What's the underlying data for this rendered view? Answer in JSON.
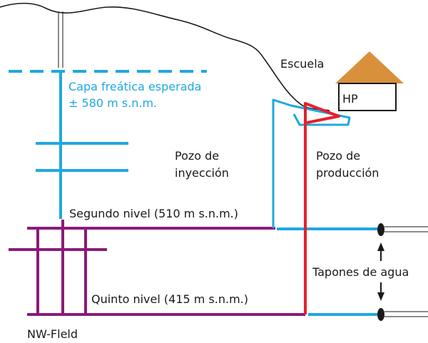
{
  "labels": {
    "school": "Escuela",
    "heat_pump": "HP",
    "water_table_line1": "Capa freática esperada",
    "water_table_line2": "± 580 m s.n.m.",
    "injection_well_line1": "Pozo de",
    "injection_well_line2": "inyección",
    "production_well_line1": "Pozo de",
    "production_well_line2": "producción",
    "second_level": "Segundo nivel (510 m s.n.m.)",
    "fifth_level": "Quinto nivel (415 m s.n.m.)",
    "water_plugs": "Tapones de agua",
    "field": "NW-Fleld"
  },
  "colors": {
    "cold_water": "#1fa8e0",
    "warm_water": "#e5202e",
    "mine_gallery": "#8b1a7a",
    "roof": "#d9903a",
    "terrain": "#1a1a1a"
  }
}
